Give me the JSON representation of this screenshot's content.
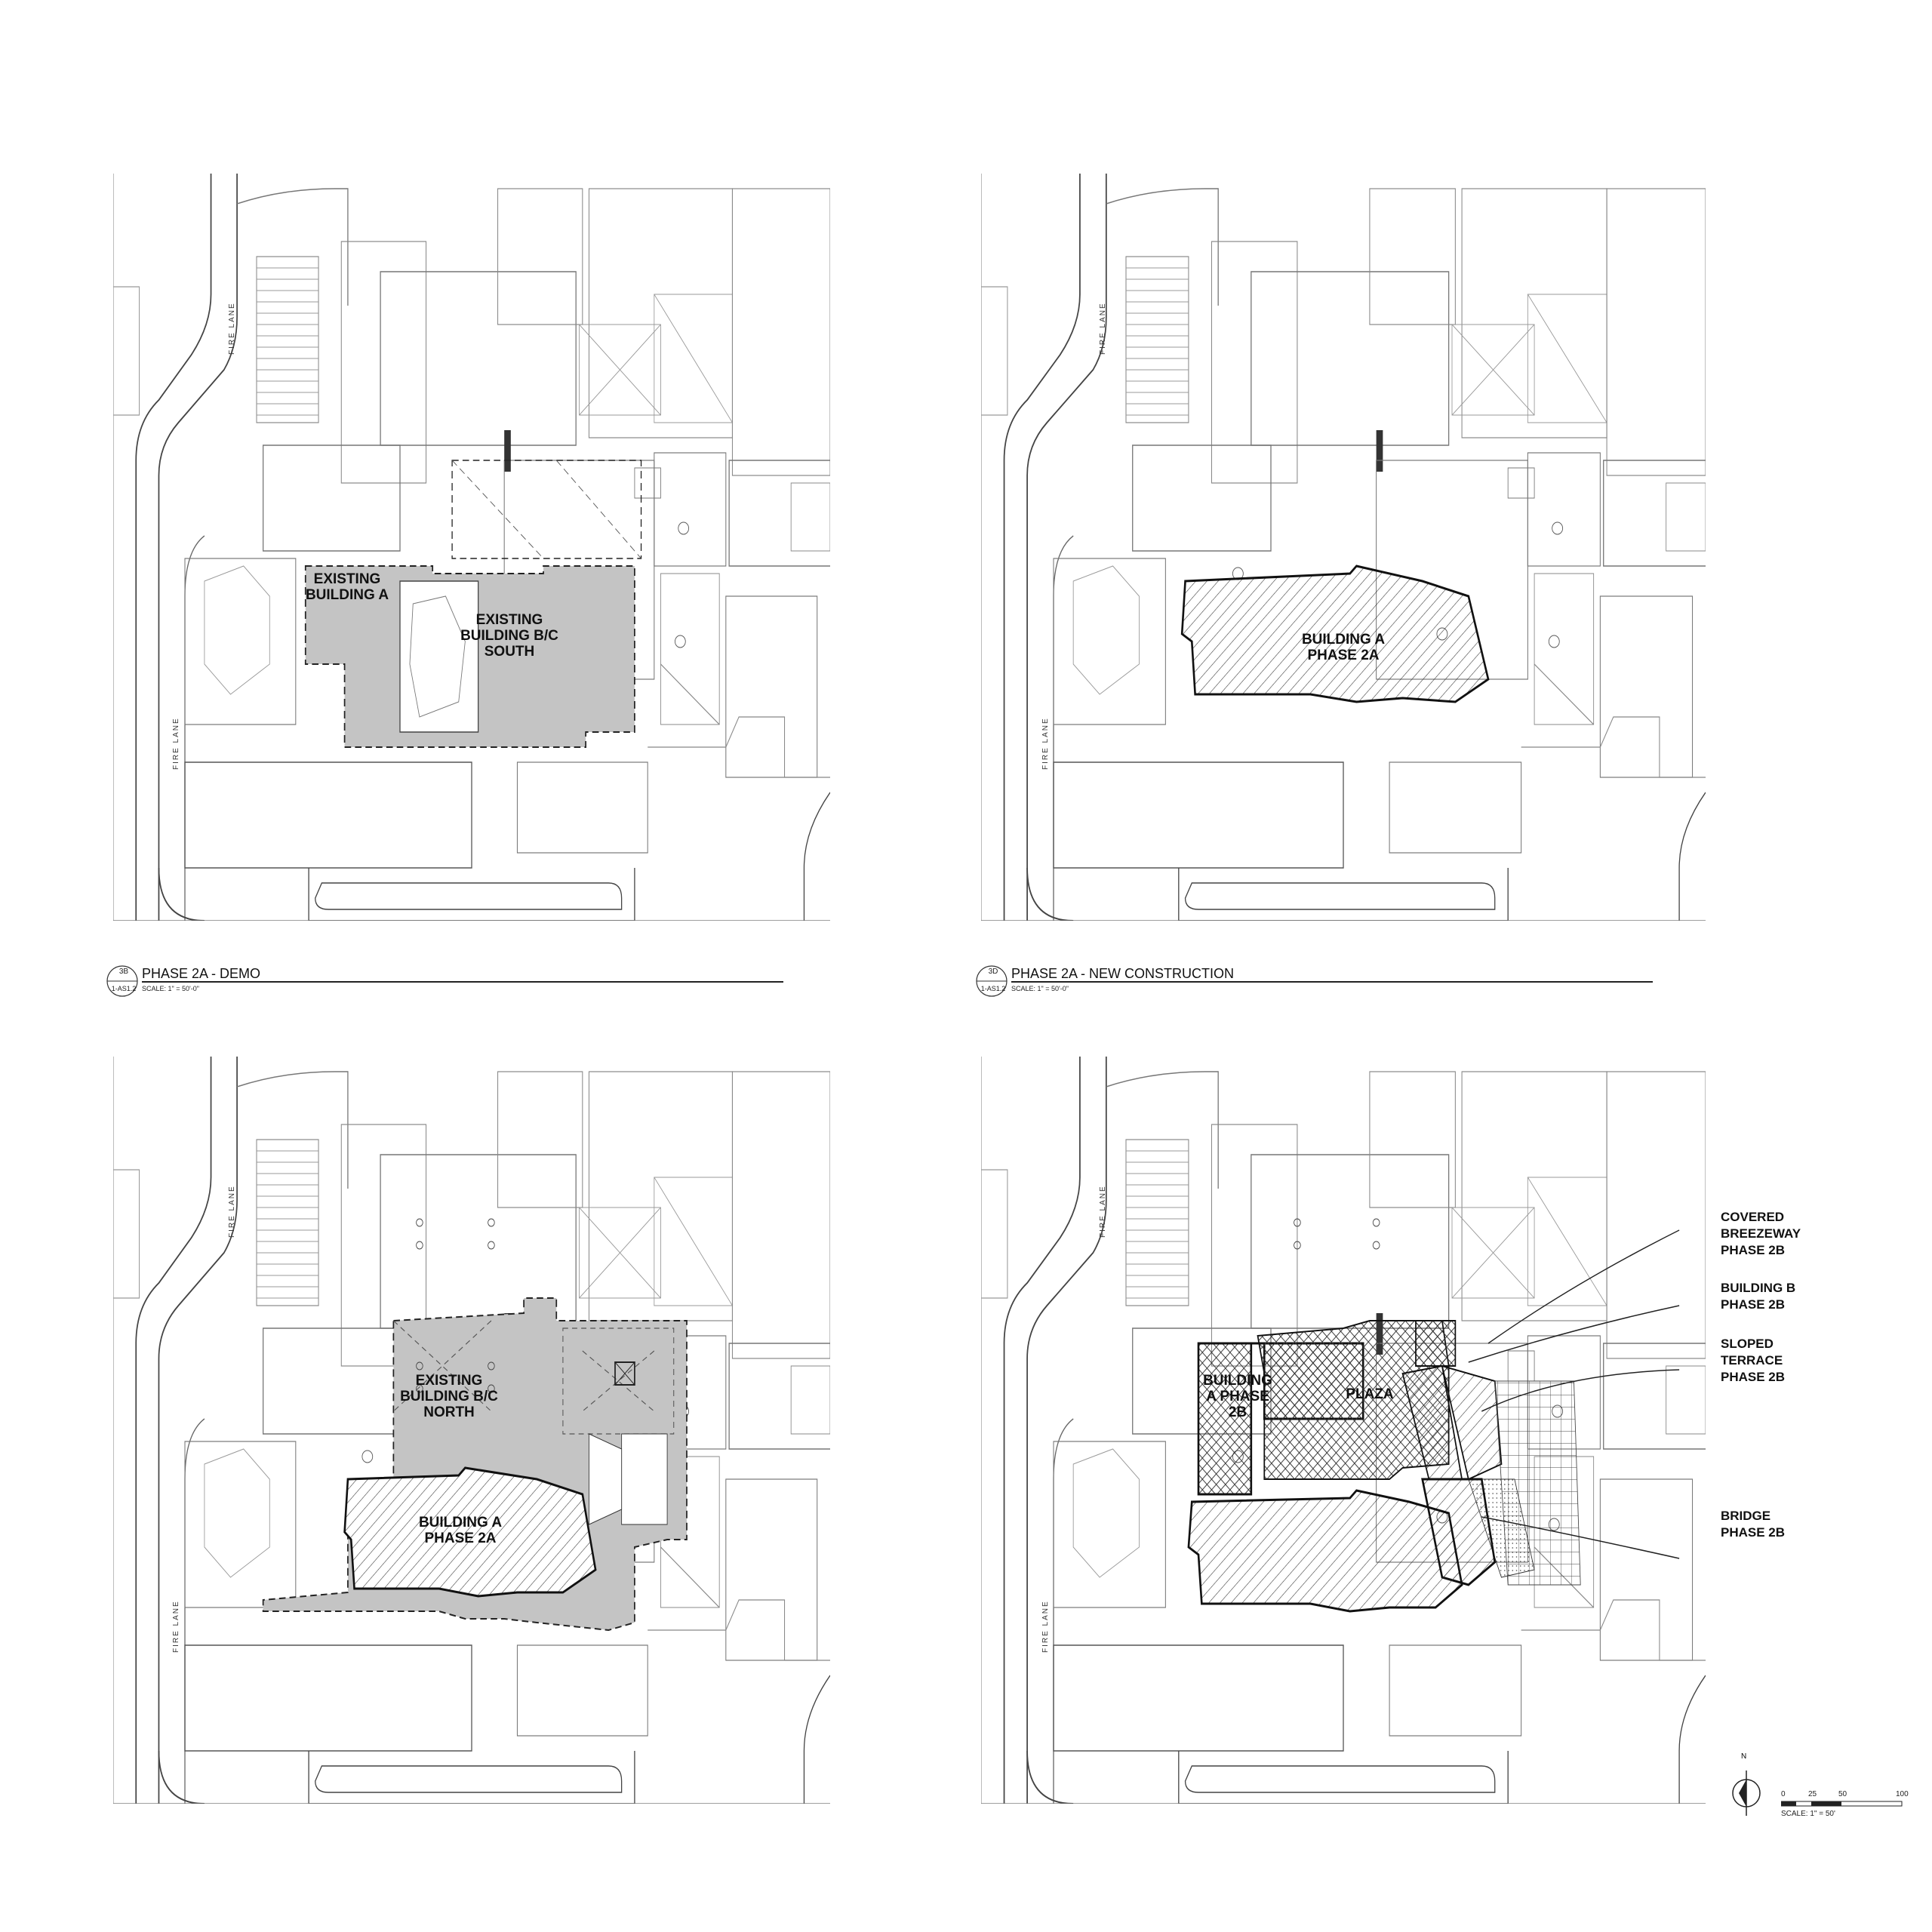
{
  "plans": {
    "demo": {
      "title": "PHASE 2A - DEMO",
      "ref_top": "3B",
      "ref_bottom": "1-AS1.2",
      "scale": "SCALE:  1\" = 50'-0\"",
      "fire_lane_top": "FIRE LANE",
      "fire_lane_left": "FIRE LANE",
      "existing_a": "EXISTING BUILDING A",
      "existing_bc_south": "EXISTING BUILDING B/C SOUTH"
    },
    "new_construction": {
      "title": "PHASE 2A - NEW CONSTRUCTION",
      "ref_top": "3D",
      "ref_bottom": "1-AS1.2",
      "scale": "SCALE:  1\" = 50'-0\"",
      "fire_lane_top": "FIRE LANE",
      "fire_lane_left": "FIRE LANE",
      "building_a": "BUILDING A PHASE 2A"
    },
    "phase2b_demo": {
      "fire_lane_top": "FIRE LANE",
      "fire_lane_left": "FIRE LANE",
      "existing_bc_north": "EXISTING BUILDING B/C NORTH",
      "building_a": "BUILDING A PHASE 2A"
    },
    "phase2b_new": {
      "fire_lane_top": "FIRE LANE",
      "fire_lane_left": "FIRE LANE",
      "building_a": "BUILDING A PHASE 2B",
      "plaza": "PLAZA"
    }
  },
  "callouts": [
    {
      "text": "COVERED BREEZEWAY PHASE 2B"
    },
    {
      "text": "BUILDING B PHASE 2B"
    },
    {
      "text": "SLOPED TERRACE PHASE 2B"
    },
    {
      "text": "BRIDGE PHASE 2B"
    }
  ],
  "north_arrow": {
    "label": "N"
  },
  "scale_bar": {
    "ticks": [
      "0",
      "25",
      "50",
      "100"
    ],
    "caption": "SCALE: 1\" = 50'"
  },
  "colors": {
    "line": "#8a8a8a",
    "dark": "#222222",
    "demo_fill": "#c4c4c4"
  }
}
